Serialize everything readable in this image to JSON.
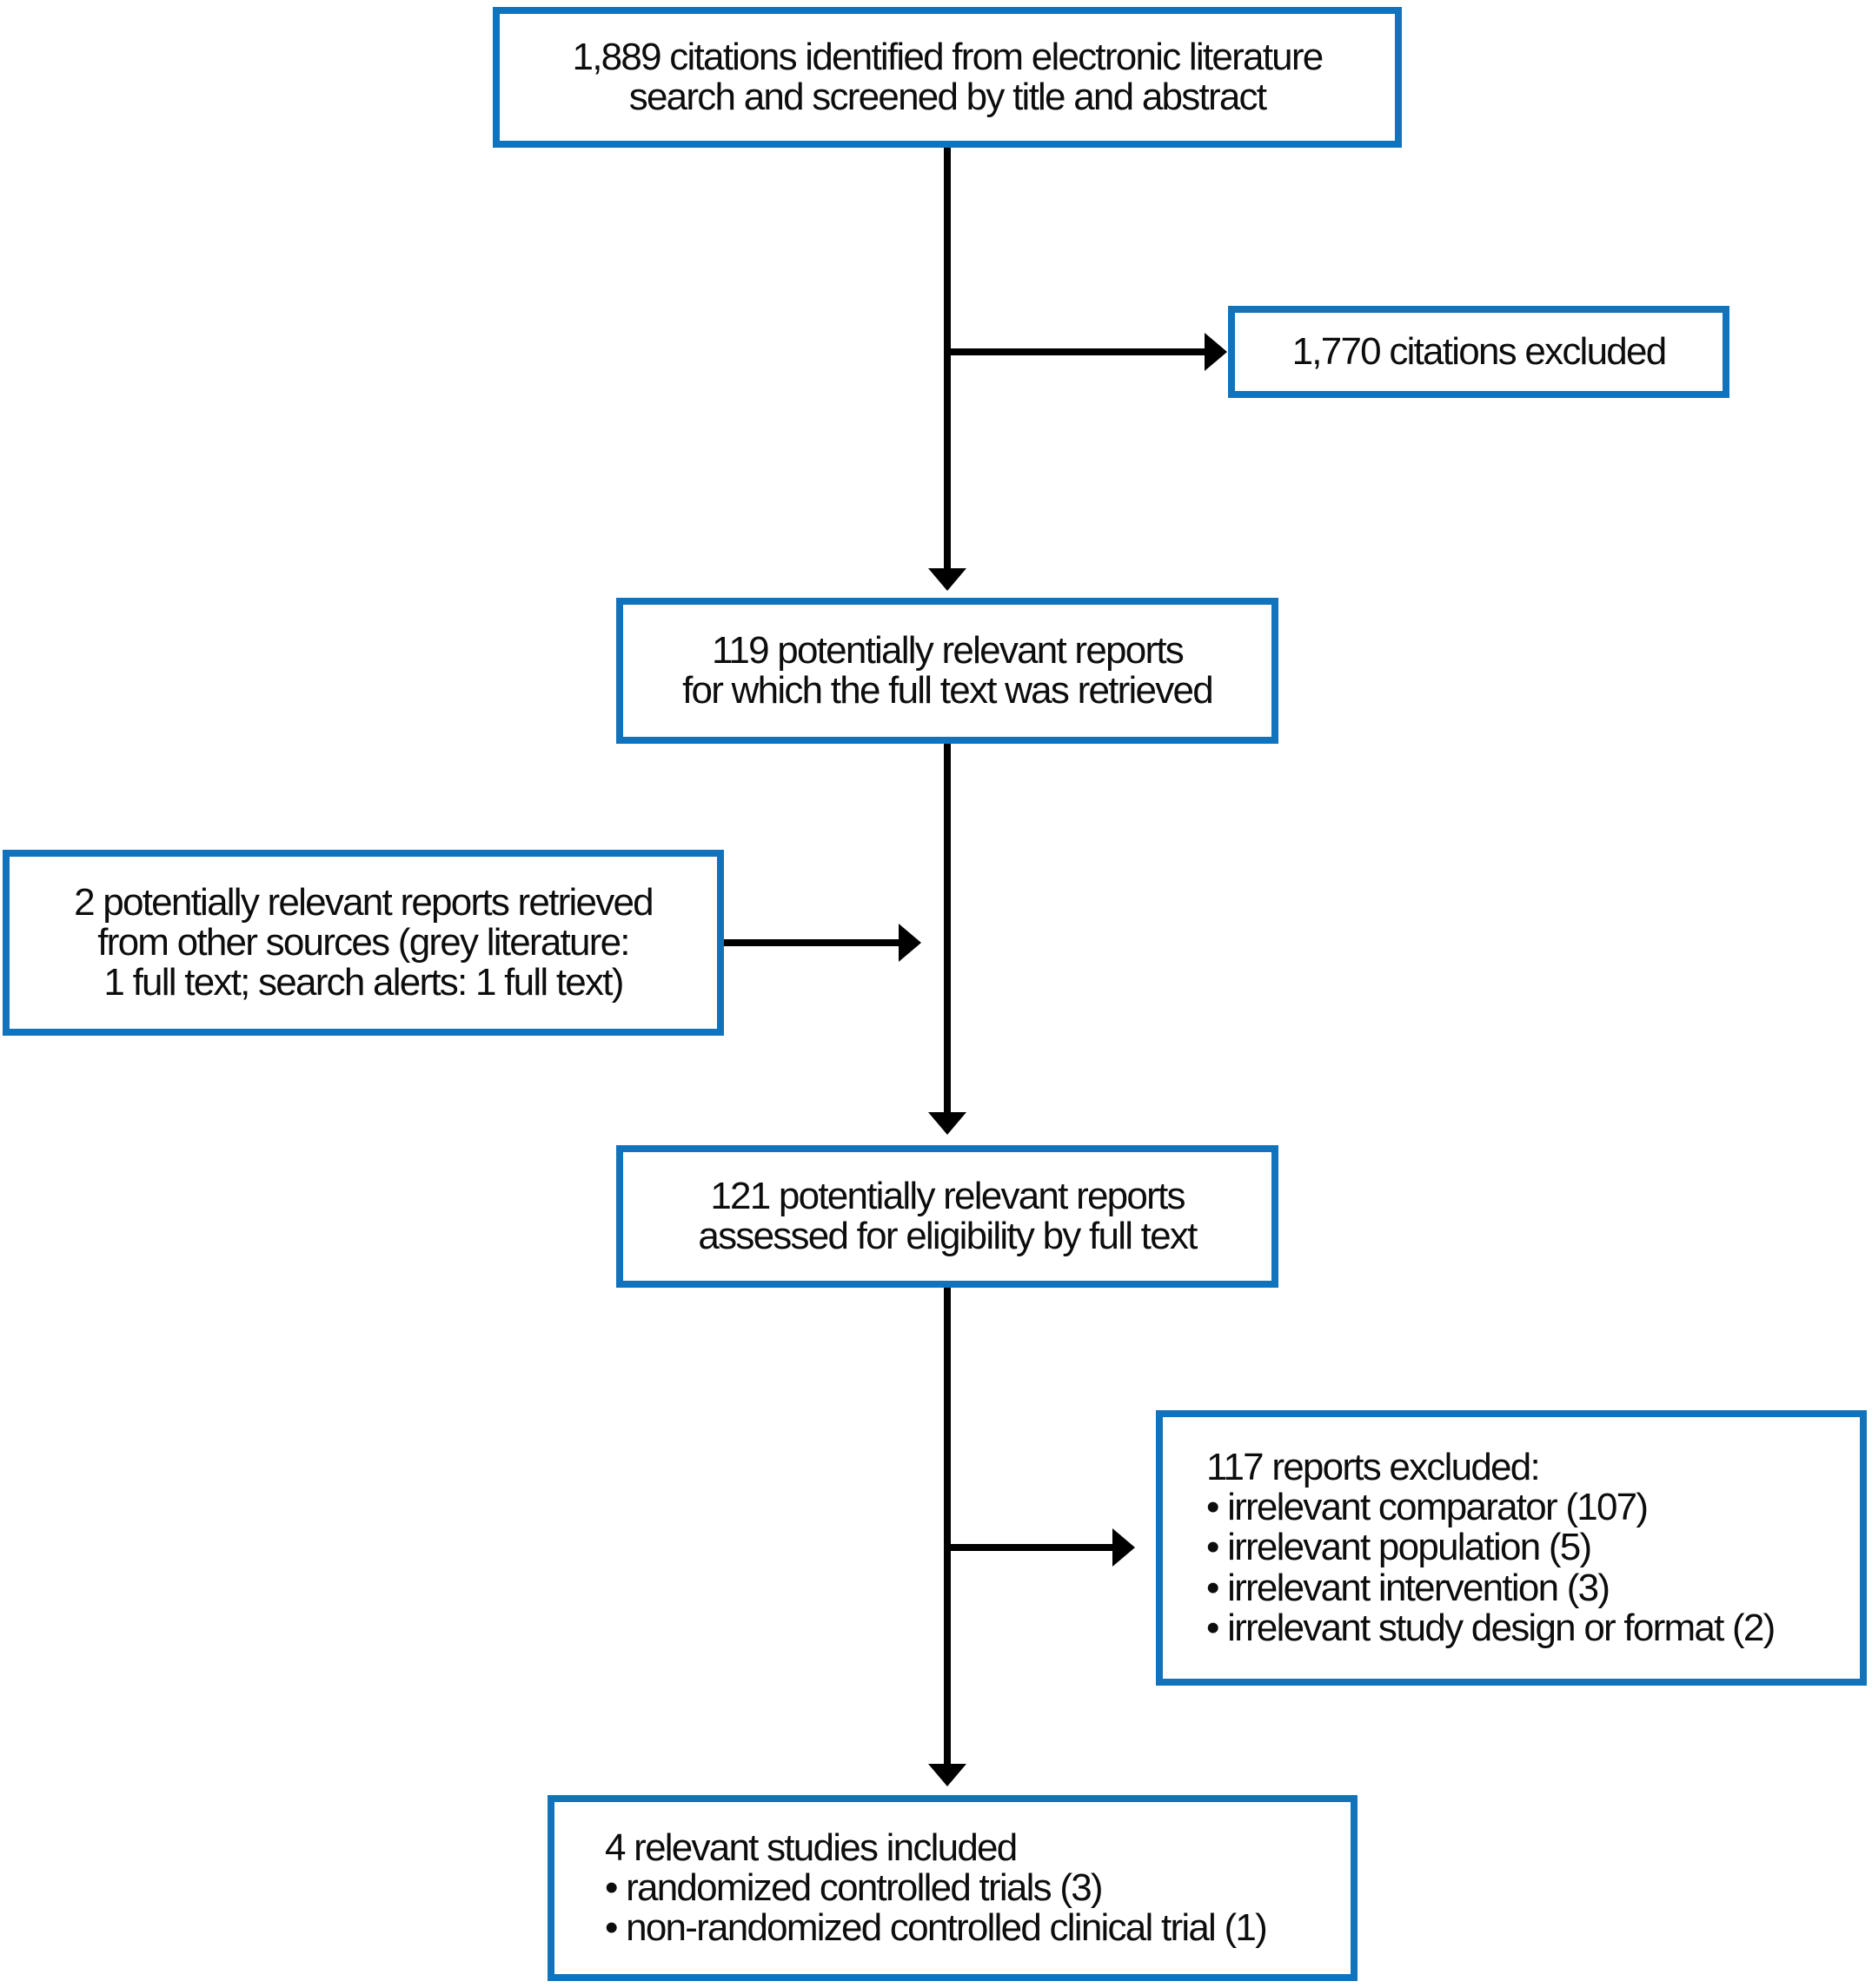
{
  "colors": {
    "box_border": "#1273bd",
    "arrow": "#000000",
    "text": "#0d0d0d",
    "background": "#ffffff"
  },
  "diagram_type": "screening-flowchart",
  "nodes": {
    "citations_identified": {
      "lines": [
        "1,889 citations identified from electronic literature",
        "search and screened by title and abstract"
      ]
    },
    "citations_excluded": {
      "lines": [
        "1,770 citations excluded"
      ]
    },
    "fulltext_retrieved": {
      "lines": [
        "119 potentially relevant reports",
        "for which the full text was retrieved"
      ]
    },
    "other_sources": {
      "lines": [
        "2 potentially relevant reports retrieved",
        "from other sources (grey literature:",
        "1 full text; search alerts: 1 full text)"
      ]
    },
    "assessed_eligibility": {
      "lines": [
        "121 potentially relevant reports",
        "assessed for eligibility by full text"
      ]
    },
    "reports_excluded": {
      "title": "117 reports excluded:",
      "items": [
        "• irrelevant comparator (107)",
        "• irrelevant population (5)",
        "• irrelevant intervention (3)",
        "• irrelevant study design or format (2)"
      ]
    },
    "studies_included": {
      "title": "4 relevant studies included",
      "items": [
        "• randomized controlled trials (3)",
        "• non-randomized controlled clinical trial (1)"
      ]
    }
  }
}
